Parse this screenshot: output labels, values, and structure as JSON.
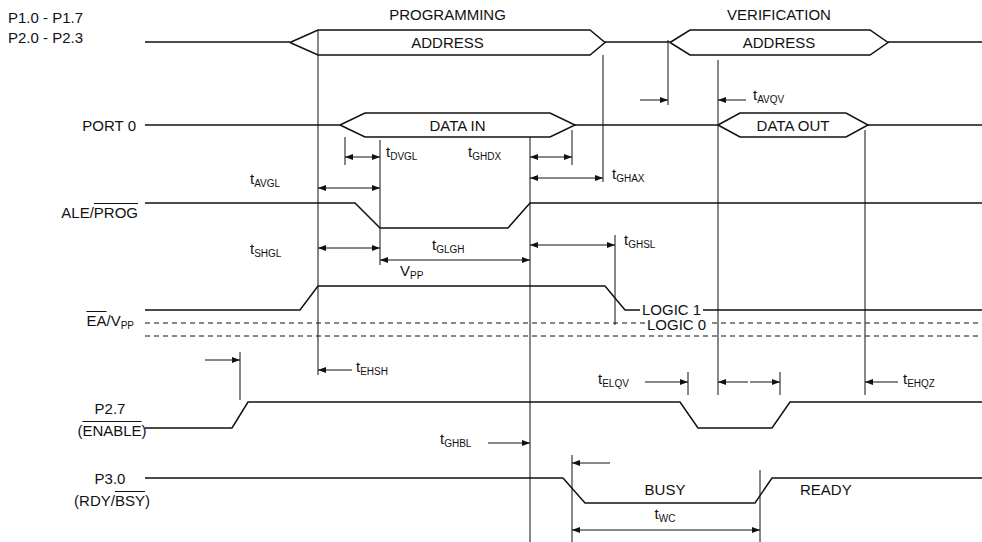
{
  "diagram": {
    "nodes": [
      {
        "text": [
          "PROGRAMMING",
          "ADDRESS"
        ]
      },
      {
        "text": [
          "VERIFICATION",
          "ADDRESS"
        ]
      },
      {
        "text": [
          "DATA IN"
        ]
      },
      {
        "text": [
          "DATA OUT"
        ]
      }
    ],
    "labels": [
      "P1.0 - P1.7",
      "P2.0 - P2.3",
      "PORT 0",
      "ALE/PROG",
      "EA/VPP",
      "P2.7",
      "(ENABLE)",
      "P3.0",
      "(RDY/BSY)",
      "tAVQV",
      "tDVGL",
      "tGHDX",
      "tAVGL",
      "tGHAX",
      "tSHGL",
      "tGLGH",
      "tGHSL",
      "VPP",
      "LOGIC 1",
      "LOGIC 0",
      "tEHSH",
      "tELQV",
      "tEHQZ",
      "tGHBL",
      "BUSY",
      "READY",
      "tWC"
    ]
  }
}
